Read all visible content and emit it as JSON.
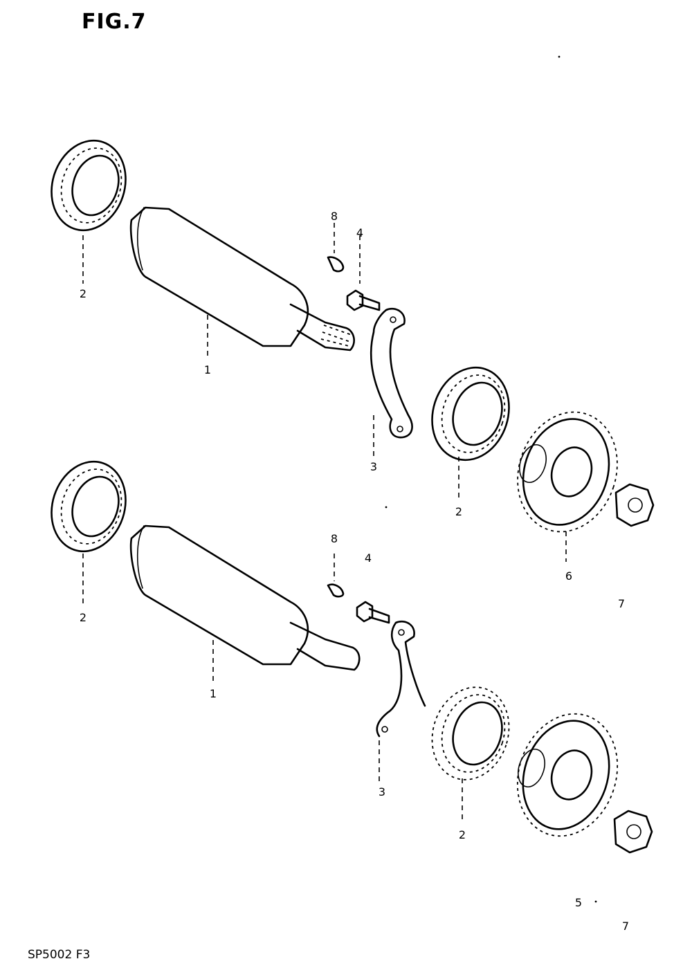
{
  "figure": {
    "title": "FIG.7",
    "code": "SP5002 F3"
  },
  "callouts": {
    "top": [
      "1",
      "2",
      "2",
      "3",
      "4",
      "8",
      "6"
    ],
    "bottom": [
      "1",
      "2",
      "2",
      "3",
      "4",
      "8",
      "7",
      "5",
      "7"
    ]
  }
}
